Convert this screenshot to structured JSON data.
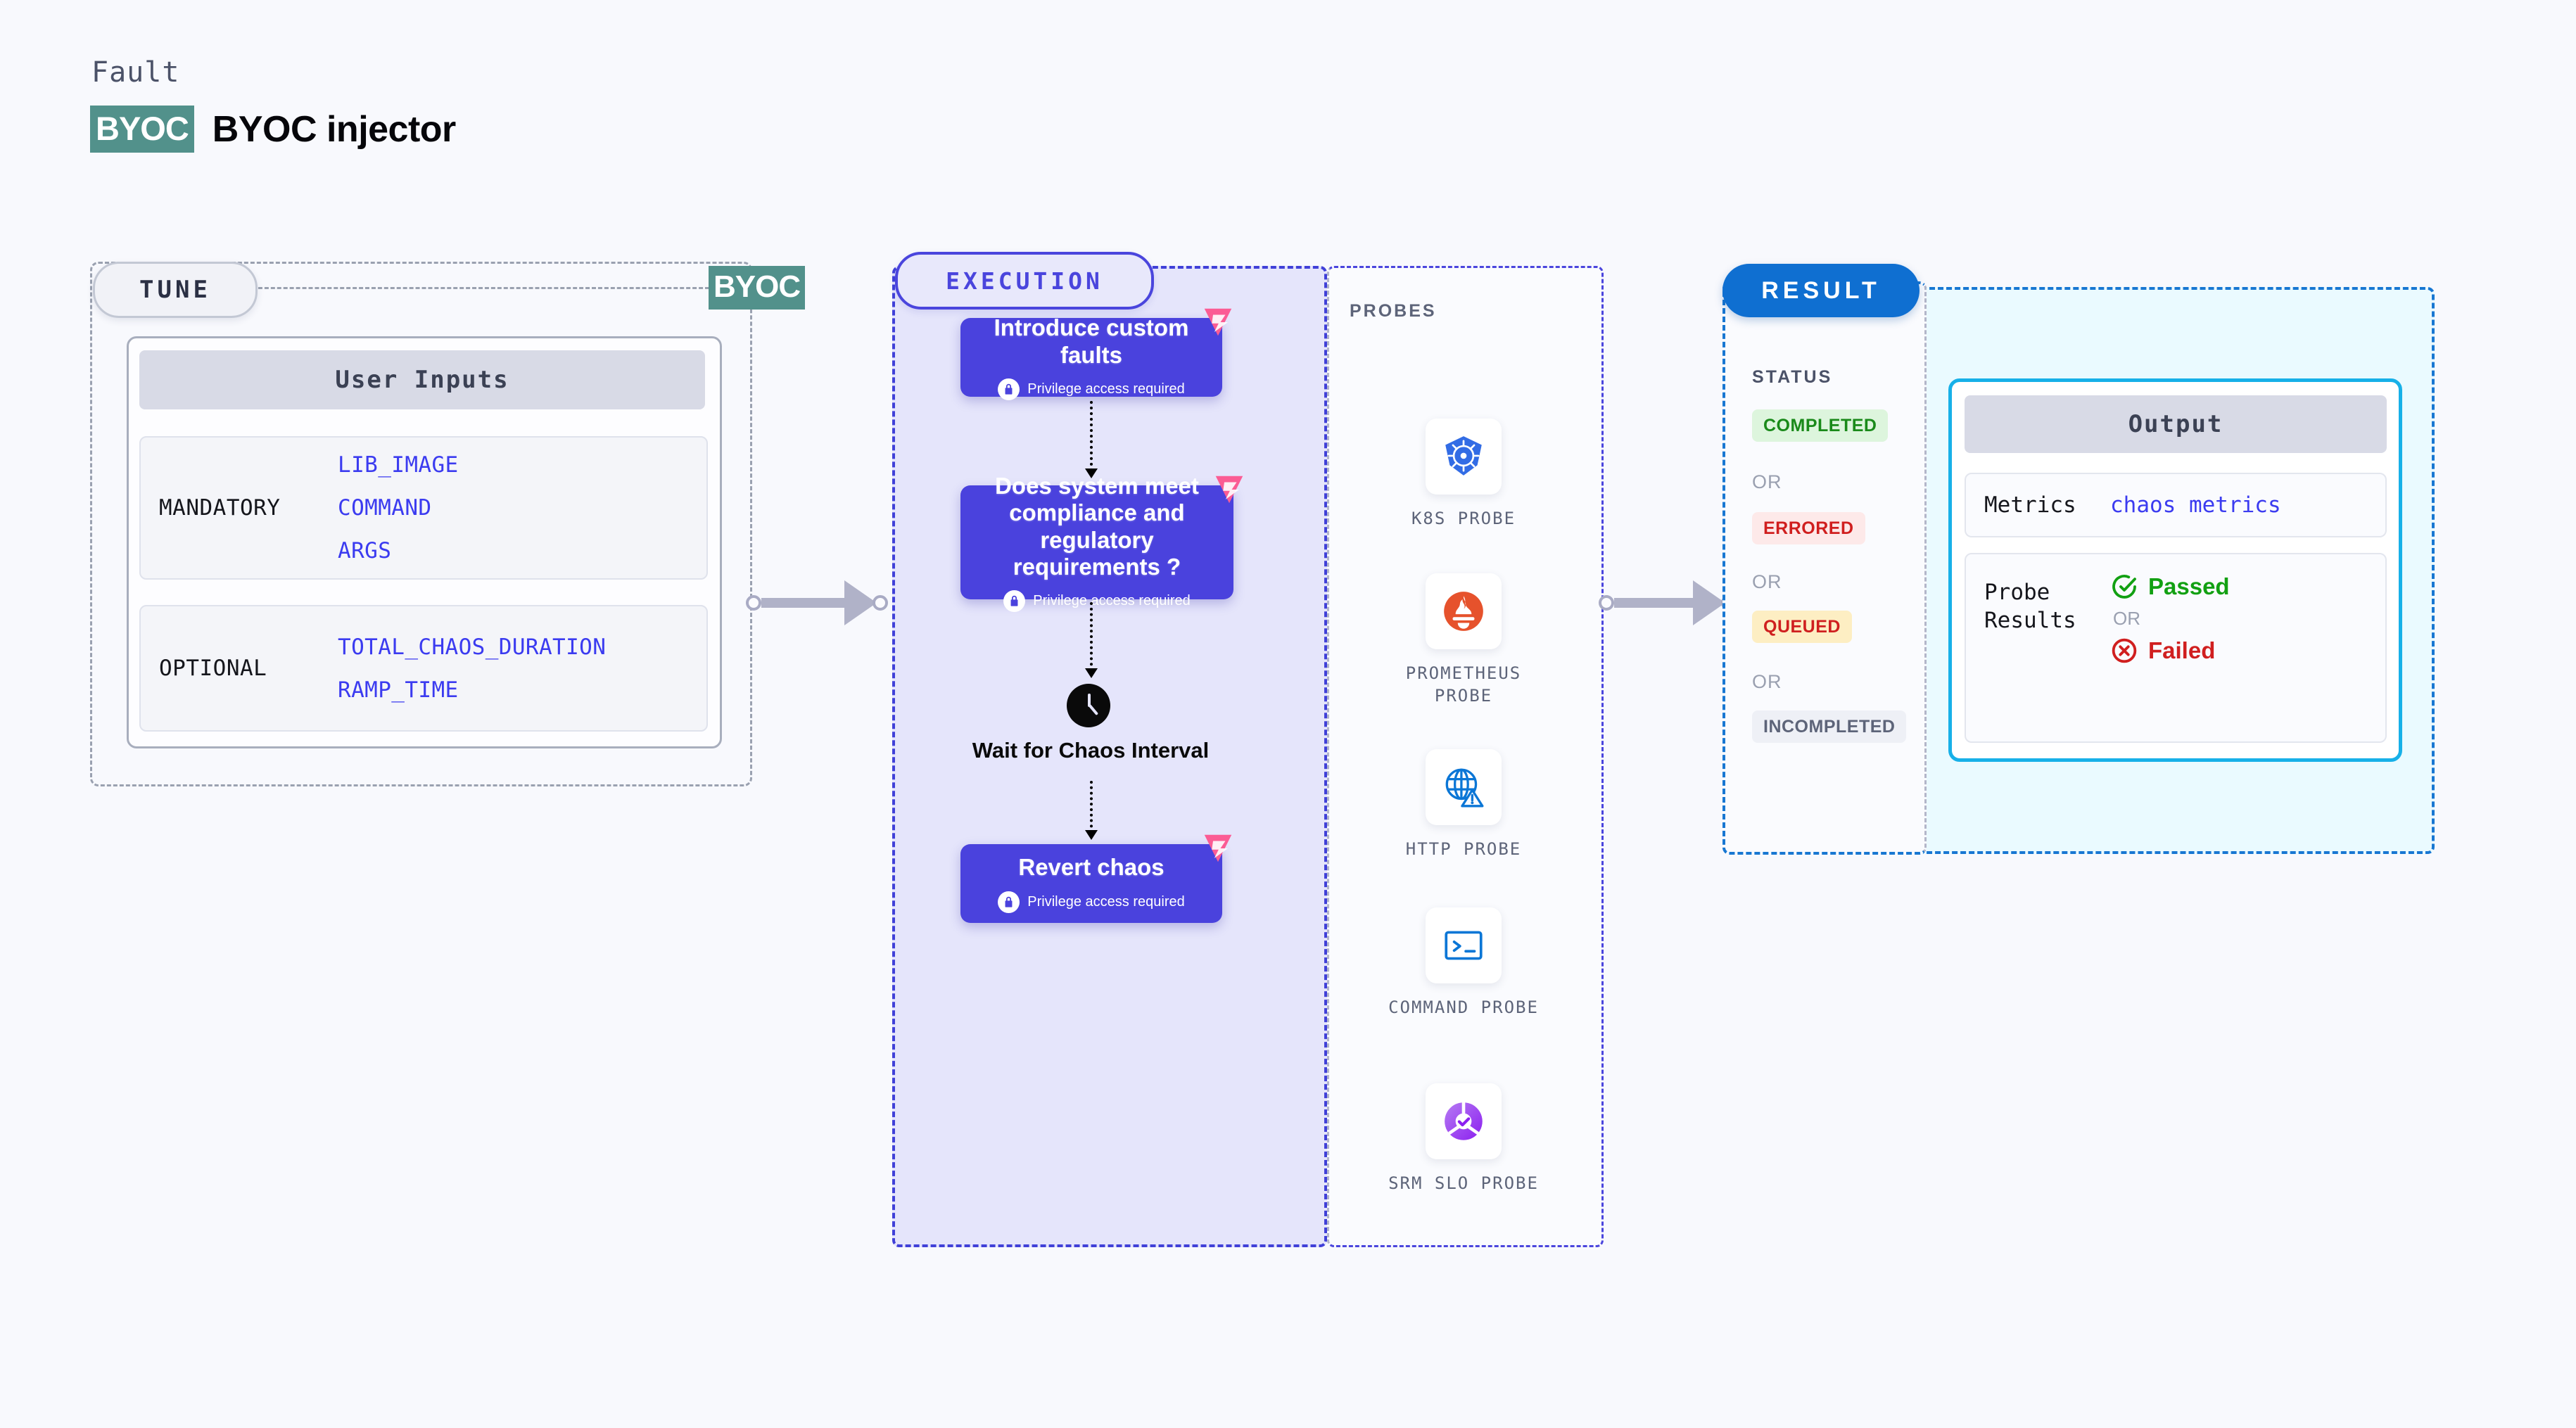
{
  "header": {
    "eyebrow": "Fault",
    "badge": "BYOC",
    "title": "BYOC injector"
  },
  "tune": {
    "badge": "TUNE",
    "edge_badge": "BYOC",
    "card_title": "User Inputs",
    "groups": [
      {
        "label": "MANDATORY",
        "values": [
          "LIB_IMAGE",
          "COMMAND",
          "ARGS"
        ]
      },
      {
        "label": "OPTIONAL",
        "values": [
          "TOTAL_CHAOS_DURATION",
          "RAMP_TIME"
        ]
      }
    ]
  },
  "execution": {
    "badge": "EXECUTION",
    "privilege_text": "Privilege access required",
    "nodes": [
      {
        "title": "Introduce custom faults",
        "privilege": true,
        "harness_mark": true
      },
      {
        "title": "Does system meet compliance and regulatory requirements ?",
        "privilege": true,
        "harness_mark": true
      },
      {
        "title": "Revert chaos",
        "privilege": true,
        "harness_mark": true
      }
    ],
    "wait_step": {
      "label": "Wait for Chaos Interval",
      "icon": "clock-icon"
    }
  },
  "probes": {
    "label": "PROBES",
    "items": [
      {
        "name": "K8S PROBE",
        "icon": "kubernetes-icon"
      },
      {
        "name": "PROMETHEUS PROBE",
        "icon": "prometheus-icon"
      },
      {
        "name": "HTTP PROBE",
        "icon": "globe-warning-icon"
      },
      {
        "name": "COMMAND PROBE",
        "icon": "terminal-icon"
      },
      {
        "name": "SRM SLO PROBE",
        "icon": "srm-slo-icon"
      }
    ]
  },
  "result": {
    "badge": "RESULT",
    "status_label": "STATUS",
    "or_text": "OR",
    "statuses": [
      {
        "label": "COMPLETED",
        "bg": "#ddf5dd",
        "fg": "#1a8a1a"
      },
      {
        "label": "ERRORED",
        "bg": "#fde9e9",
        "fg": "#d01f1f"
      },
      {
        "label": "QUEUED",
        "bg": "#fdeec3",
        "fg": "#cf1f1f"
      },
      {
        "label": "INCOMPLETED",
        "bg": "#eef0f6",
        "fg": "#5d6479"
      }
    ]
  },
  "output": {
    "title": "Output",
    "metrics_key": "Metrics",
    "metrics_value": "chaos metrics",
    "probe_results_key": "Probe Results",
    "passed": "Passed",
    "or_text": "OR",
    "failed": "Failed"
  },
  "colors": {
    "page_bg": "#f8f9fd",
    "byoc_teal": "#52918b",
    "execution_purple": "#4a42dd",
    "execution_panel_bg": "#e5e5fb",
    "result_blue": "#0f6fd1",
    "output_cyan": "#17b0e8",
    "harness_pink": "#fb5c94",
    "link_blue": "#3b3bf0"
  }
}
